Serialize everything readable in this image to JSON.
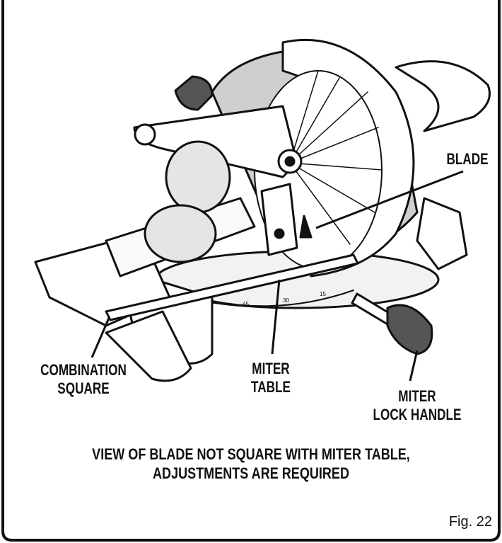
{
  "labels": {
    "blade": "BLADE",
    "combination_square": [
      "COMBINATION",
      "SQUARE"
    ],
    "miter_table": [
      "MITER",
      "TABLE"
    ],
    "miter_lock_handle": [
      "MITER",
      "LOCK HANDLE"
    ]
  },
  "caption": [
    "VIEW OF BLADE NOT SQUARE WITH MITER TABLE,",
    "ADJUSTMENTS ARE REQUIRED"
  ],
  "figure_number": "Fig. 22",
  "scale_marks": [
    "45",
    "30",
    "15"
  ]
}
